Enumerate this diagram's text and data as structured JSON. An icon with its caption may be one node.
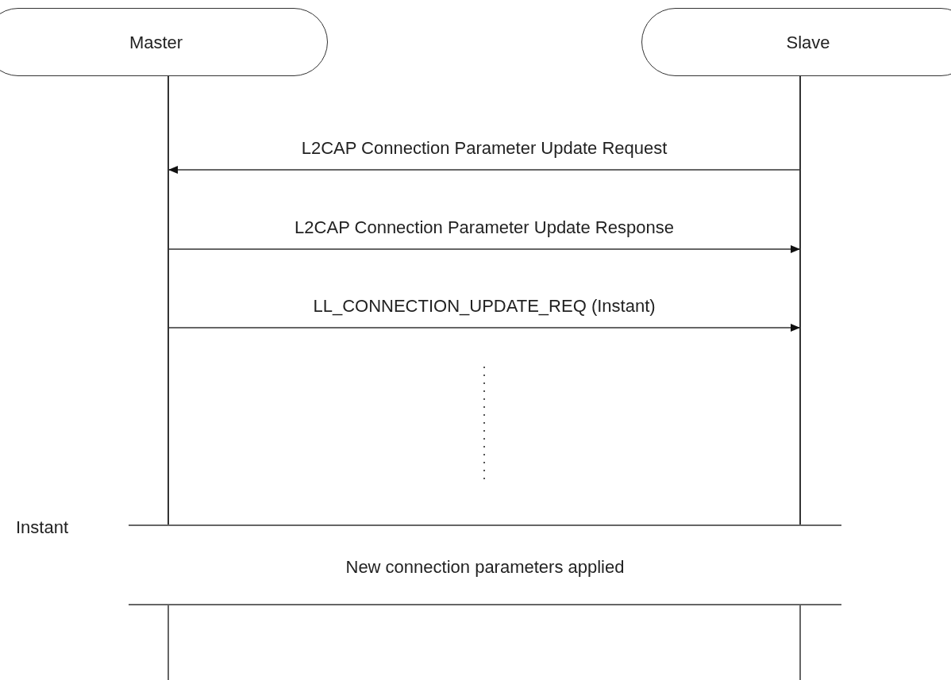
{
  "diagram": {
    "nodes": [
      {
        "text": [
          "Master"
        ]
      },
      {
        "text": [
          "Slave"
        ]
      },
      {
        "text": [],
        "shape": "line"
      },
      {
        "text": [],
        "shape": "line"
      }
    ],
    "edges": [
      {
        "from": 3,
        "to": 2,
        "arrow": "to",
        "label": "L2CAP Connection Parameter Update Request"
      },
      {
        "from": 2,
        "to": 3,
        "arrow": "to",
        "label": "L2CAP Connection Parameter Update Response"
      },
      {
        "from": 2,
        "to": 3,
        "arrow": "to",
        "label": "LL_CONNECTION_UPDATE_REQ (Instant)"
      }
    ],
    "labels": [
      "Instant",
      "New connection parameters applied"
    ]
  }
}
